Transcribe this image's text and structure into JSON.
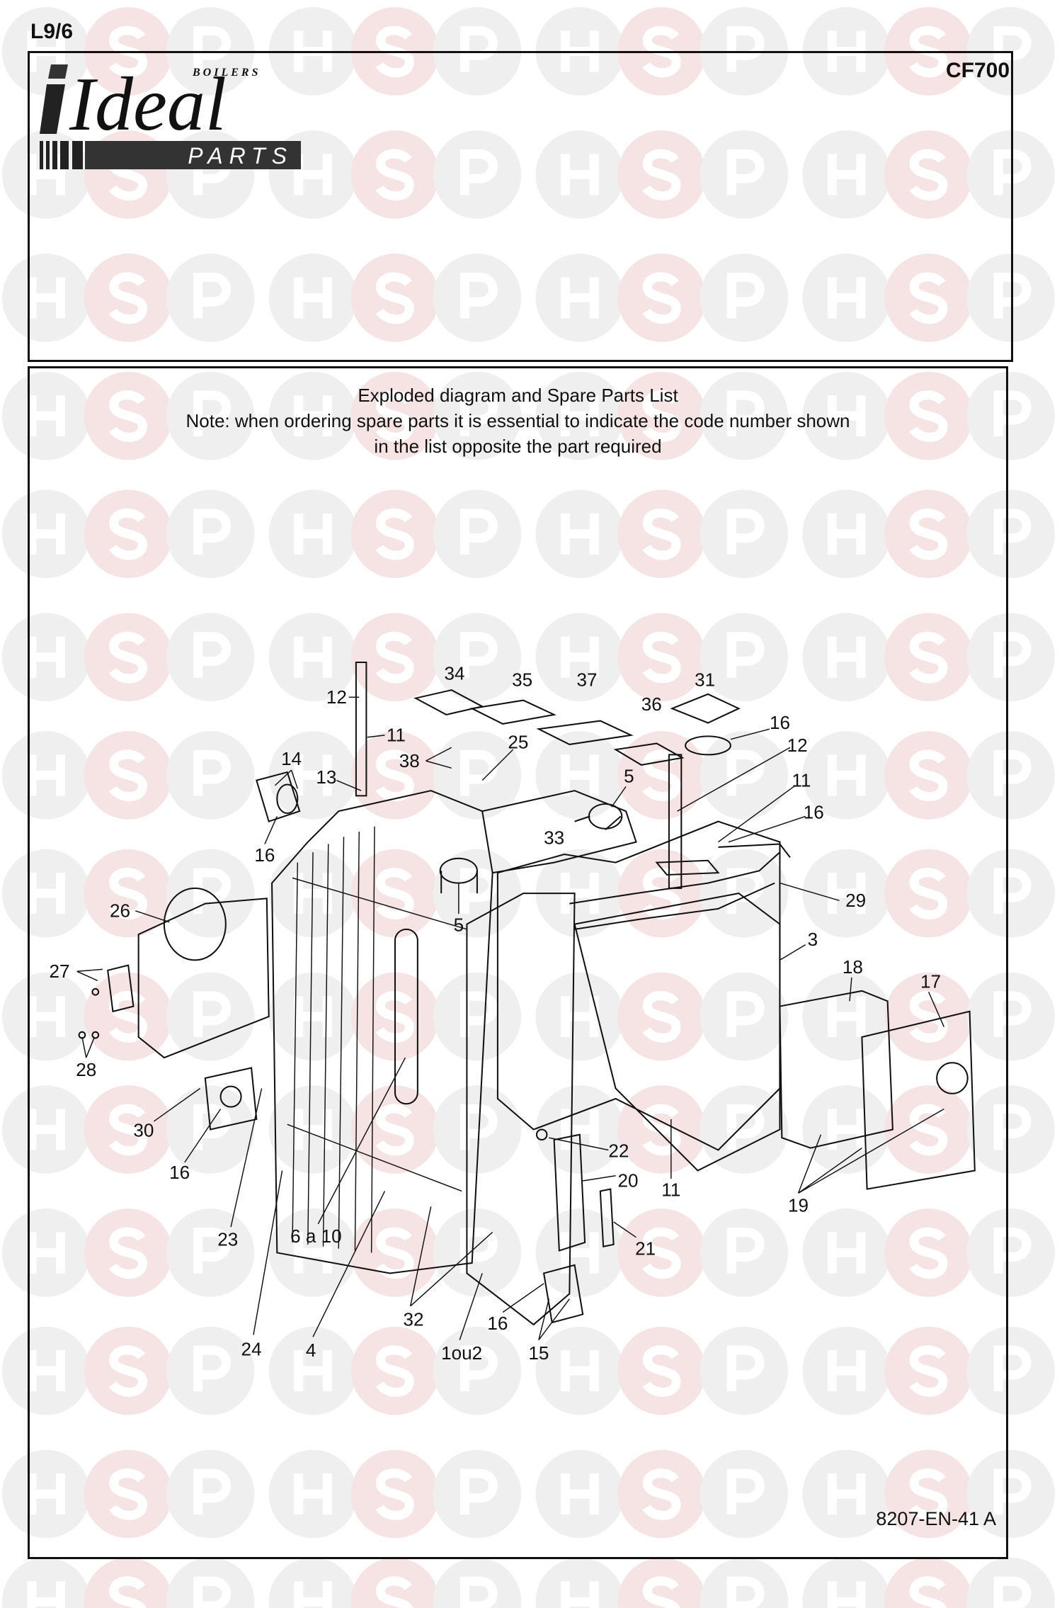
{
  "page_ref": "L9/6",
  "model": "CF700",
  "logo": {
    "brand": "Ideal",
    "sub": "BOILERS",
    "tag": "PARTS"
  },
  "watermark": [
    "H",
    "S",
    "P"
  ],
  "title": {
    "line1": "Exploded diagram and Spare Parts List",
    "line2": "Note: when ordering spare parts it is essential to indicate the code number shown",
    "line3": "in the list opposite the part required"
  },
  "drawing_code": "8207-EN-41 A",
  "diagram": {
    "callouts": [
      "12",
      "34",
      "35",
      "37",
      "31",
      "36",
      "16",
      "12",
      "11",
      "38",
      "25",
      "14",
      "13",
      "5",
      "11",
      "16",
      "33",
      "16",
      "26",
      "5",
      "29",
      "3",
      "18",
      "17",
      "27",
      "28",
      "30",
      "16",
      "22",
      "20",
      "11",
      "19",
      "21",
      "23",
      "6 a 10",
      "32",
      "16",
      "15",
      "24",
      "4",
      "1ou2"
    ]
  }
}
